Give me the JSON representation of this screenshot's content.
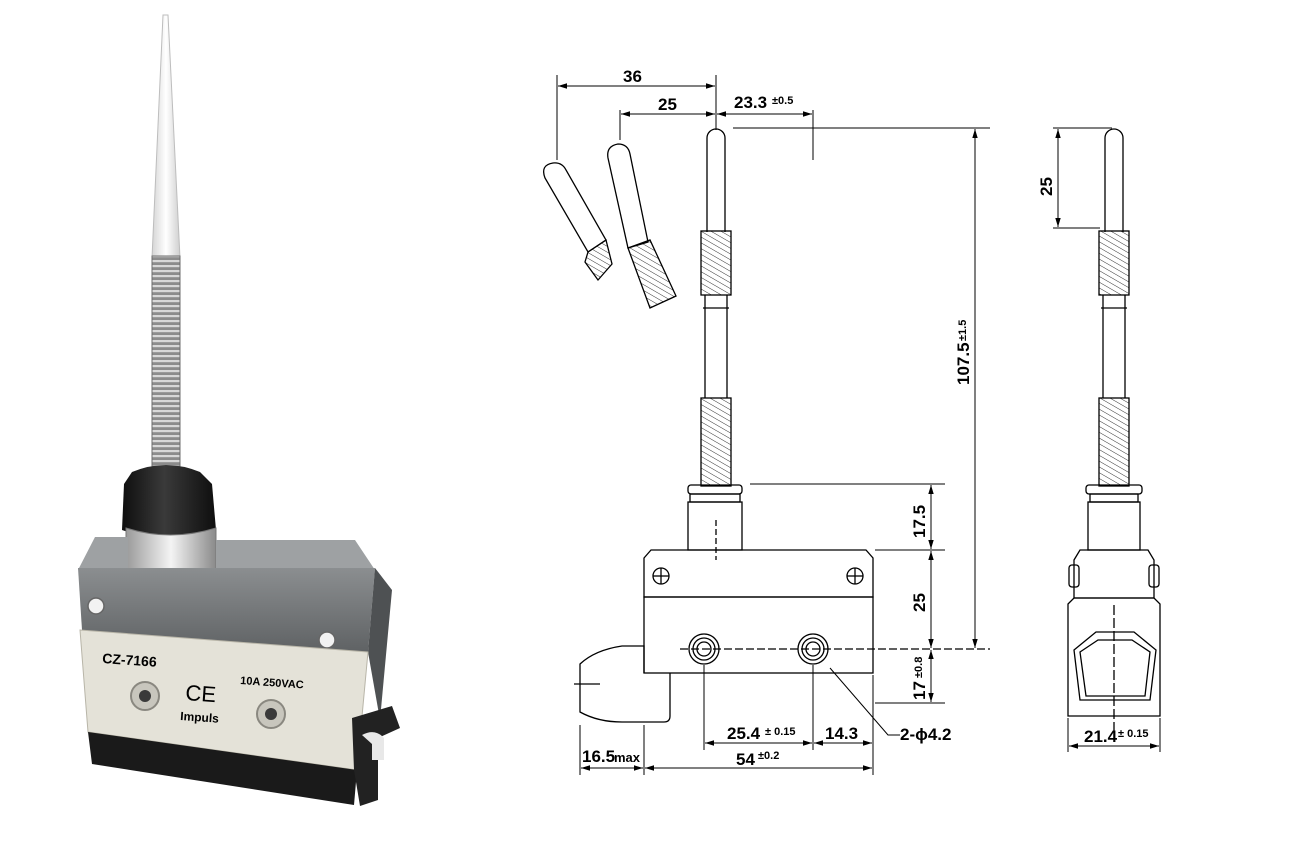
{
  "product": {
    "model": "CZ-7166",
    "rating": "10A  250VAC",
    "brand": "Impuls",
    "mark": "CE"
  },
  "dimensions": {
    "d36": "36",
    "d25_top": "25",
    "d23_3": "23.3",
    "d23_3_tol": "±0.5",
    "d107_5": "107.5",
    "d107_5_tol": "±1.5",
    "d17_5": "17.5",
    "d25_body": "25",
    "d17": "17",
    "d17_tol": "±0.8",
    "d25_4": "25.4",
    "d25_4_tol": "± 0.15",
    "d14_3": "14.3",
    "d2phi": "2-ϕ4.2",
    "d16_5": "16.5",
    "d16_5_suffix": "max",
    "d54": "54",
    "d54_tol": "±0.2",
    "d25_side": "25",
    "d21_4": "21.4",
    "d21_4_tol": "± 0.15"
  },
  "colors": {
    "tip_white": "#f2f2f2",
    "cap_black": "#1c1c1c",
    "housing_gray": "#76797c",
    "body_cream": "#e4e2d8",
    "base_black": "#1a1a1a",
    "spring_metal": "#9a9a9a"
  }
}
